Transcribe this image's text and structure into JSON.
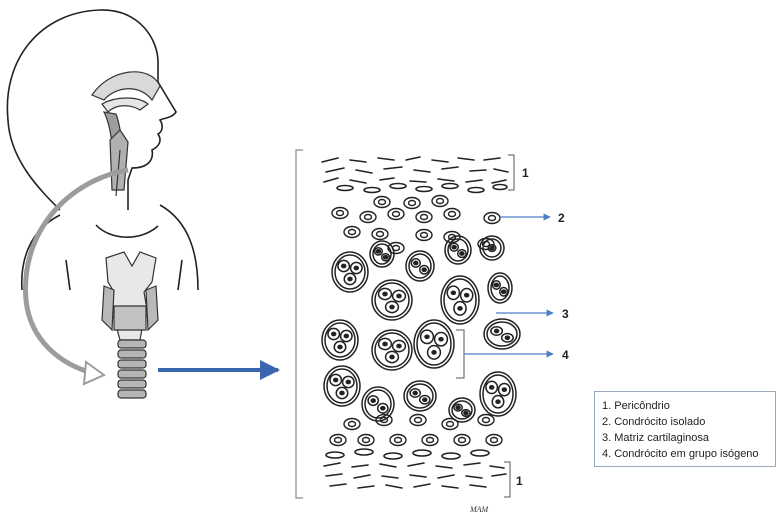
{
  "labels": {
    "n1_top": "1",
    "n2": "2",
    "n3": "3",
    "n4": "4",
    "n1_bottom": "1"
  },
  "legend": [
    "1. Pericôndrio",
    "2. Condrócito isolado",
    "3. Matriz cartilaginosa",
    "4. Condrócito em grupo isógeno"
  ],
  "signature": "MAM",
  "colors": {
    "arrow_blue": "#3a66b0",
    "pointer_blue": "#4f7fc3",
    "cartilage_gray": "#b5b5b5",
    "line": "#222222"
  }
}
